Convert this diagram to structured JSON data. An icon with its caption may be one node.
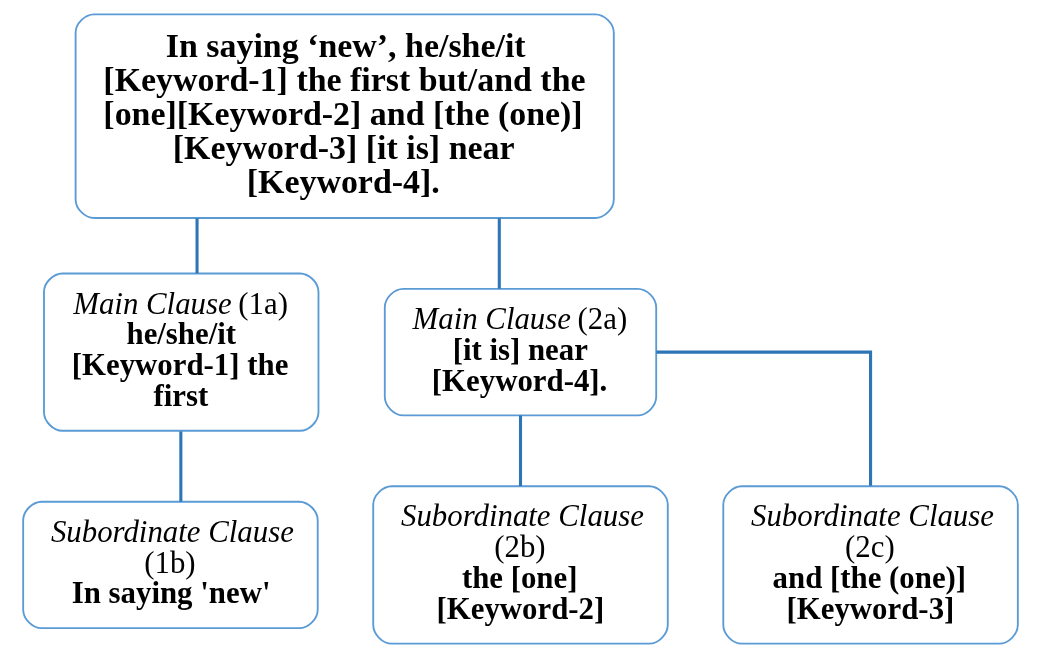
{
  "diagram": {
    "nodes": [
      {
        "text": [
          "In saying ‘new’, he/she/it [Keyword-1] the first but/and the [one][Keyword-2] and [the (one)] [Keyword-3] [it is] near [Keyword-4]."
        ]
      },
      {
        "text": [
          "*Main Clause* (1a)",
          "he/she/it [Keyword-1] the first"
        ]
      },
      {
        "text": [
          "*Main Clause* (2a)",
          "[it is] near [Keyword-4]."
        ]
      },
      {
        "text": [
          "*Subordinate Clause* (1b)",
          "In saying 'new'"
        ]
      },
      {
        "text": [
          "*Subordinate Clause* (2b)",
          "the [one] [Keyword-2]"
        ]
      },
      {
        "text": [
          "*Subordinate Clause* (2c)",
          "and [the (one)] [Keyword-3]"
        ]
      }
    ],
    "edges": [
      {
        "from": 0,
        "to": 1,
        "arrow": "none"
      },
      {
        "from": 0,
        "to": 2,
        "arrow": "none"
      },
      {
        "from": 1,
        "to": 3,
        "arrow": "none"
      },
      {
        "from": 2,
        "to": 4,
        "arrow": "none"
      },
      {
        "from": 2,
        "to": 5,
        "arrow": "none"
      }
    ]
  }
}
